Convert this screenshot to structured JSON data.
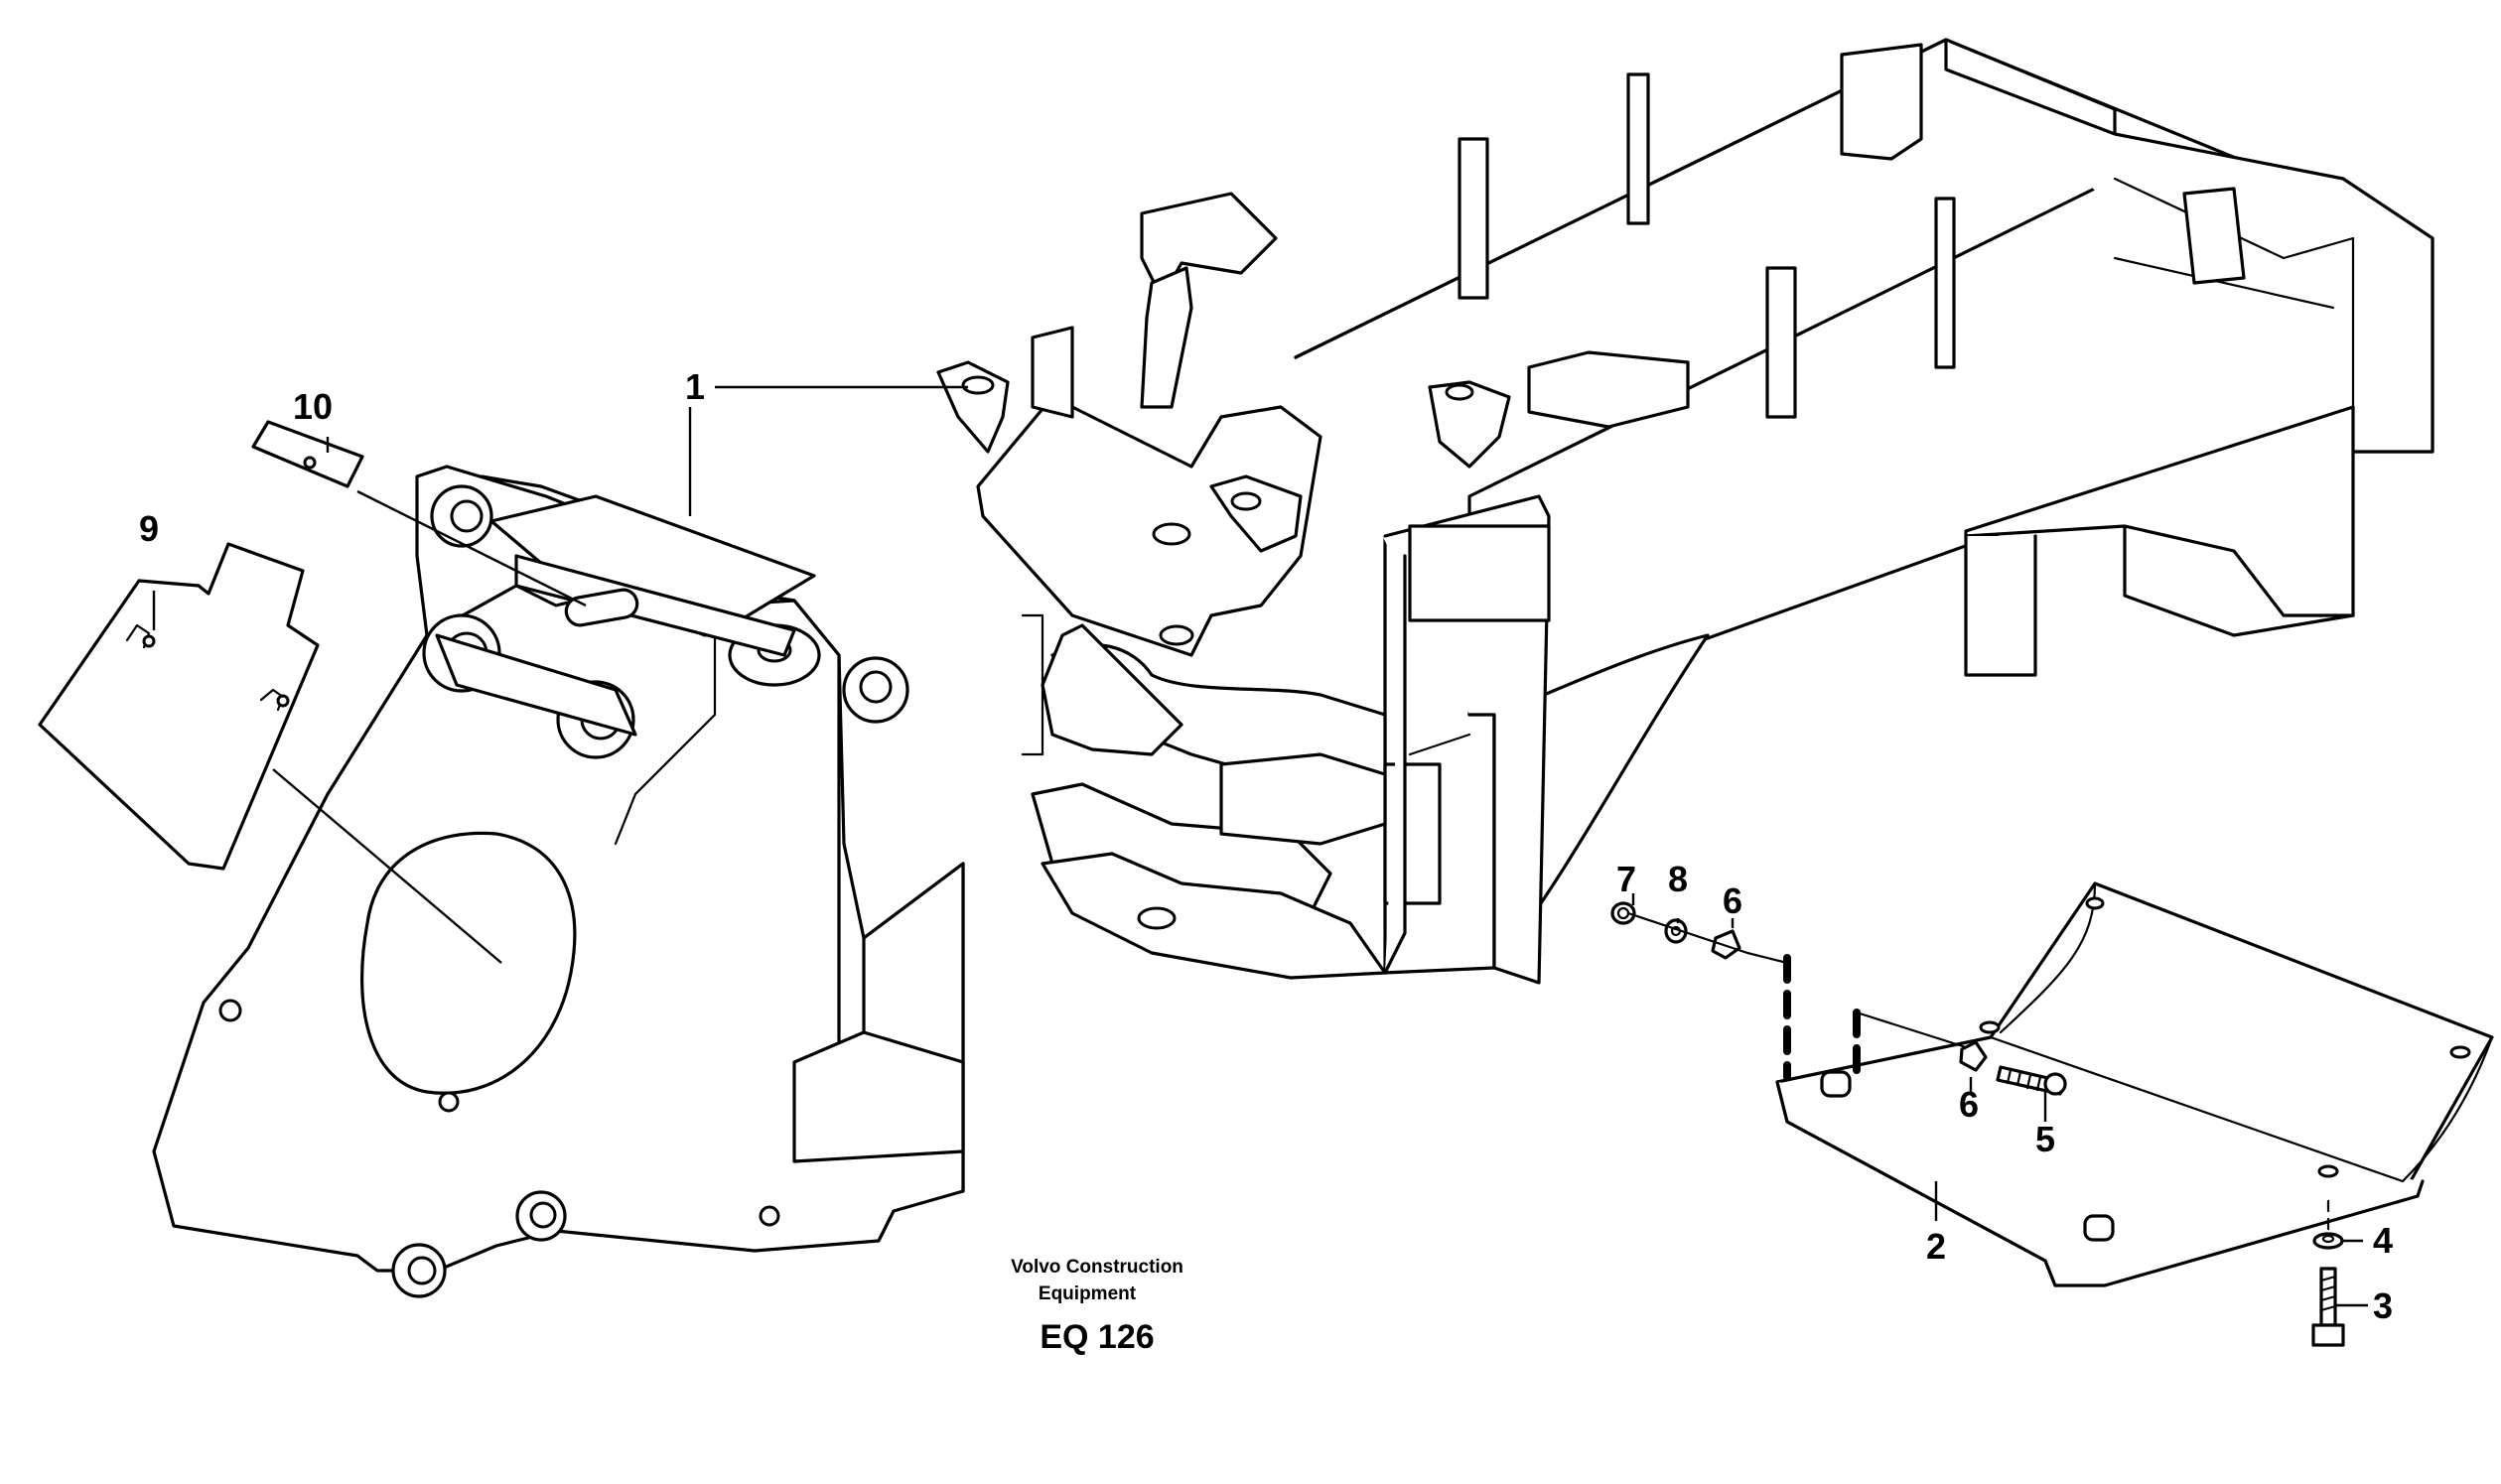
{
  "callouts": {
    "c1": "1",
    "c2": "2",
    "c3": "3",
    "c4": "4",
    "c5": "5",
    "c6a": "6",
    "c6b": "6",
    "c7": "7",
    "c8": "8",
    "c9": "9",
    "c10": "10"
  },
  "caption": {
    "line1": "Volvo Construction",
    "line2": "Equipment",
    "code": "EQ 126"
  }
}
